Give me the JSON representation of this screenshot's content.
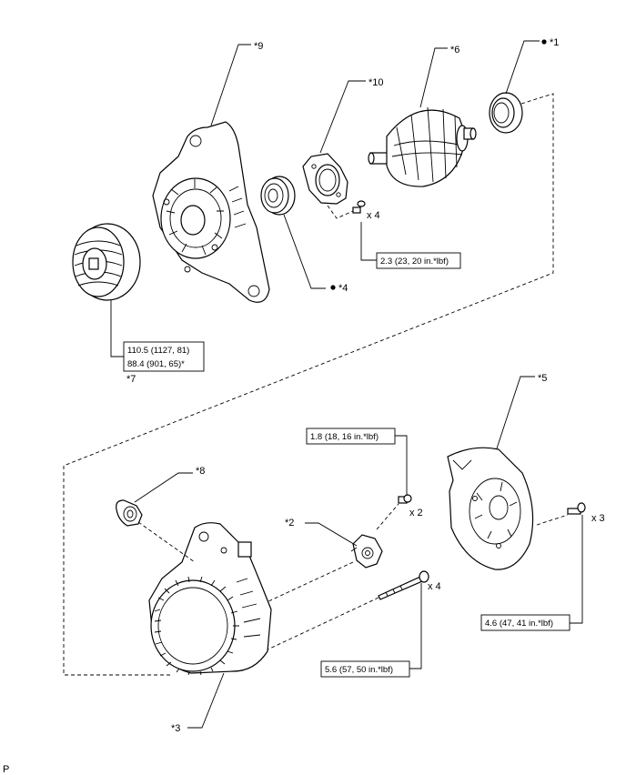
{
  "callouts": {
    "c1": "*1",
    "c2": "*2",
    "c3": "*3",
    "c4": "*4",
    "c5": "*5",
    "c6": "*6",
    "c7": "*7",
    "c8": "*8",
    "c9": "*9",
    "c10": "*10"
  },
  "markers": {
    "dot": "●"
  },
  "quantities": {
    "q_screw_plate": "x 4",
    "q_terminal": "x 2",
    "q_through_bolt": "x 4",
    "q_cover_bolt": "x 3"
  },
  "torques": {
    "t_plate_screw": "2.3 (23, 20 in.*lbf)",
    "t_pulley_line1": "110.5 (1127, 81)",
    "t_pulley_line2": "88.4 (901, 65)*",
    "t_terminal": "1.8 (18, 16 in.*lbf)",
    "t_cover": "4.6 (47, 41 in.*lbf)",
    "t_through_bolt": "5.6 (57, 50 in.*lbf)"
  },
  "footer": {
    "code": "P"
  }
}
